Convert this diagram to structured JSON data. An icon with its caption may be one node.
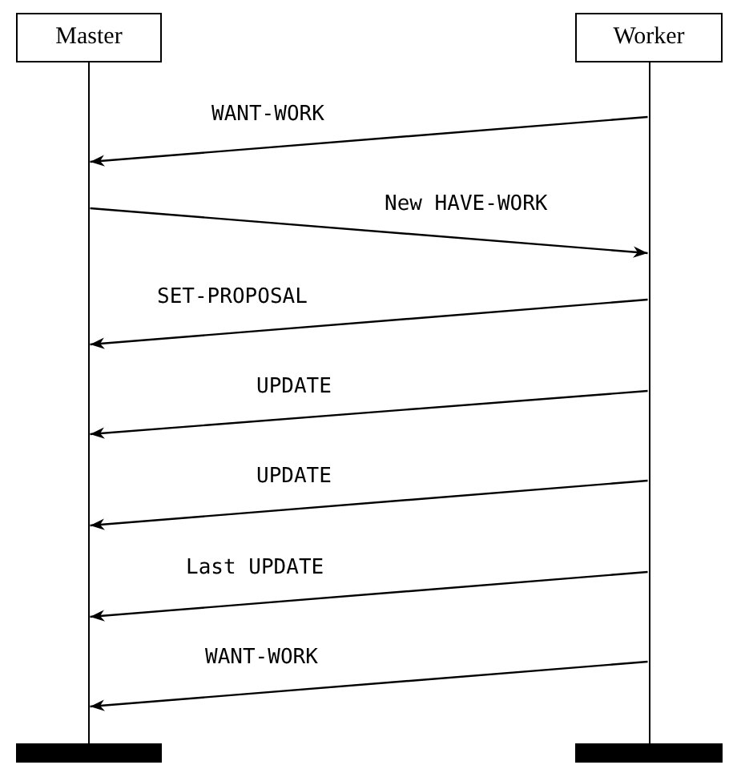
{
  "diagram": {
    "nodes": [
      {
        "text": [
          "Master"
        ]
      },
      {
        "text": [
          "Worker"
        ]
      },
      {
        "text": [],
        "shape": "line"
      },
      {
        "text": [],
        "shape": "line"
      },
      {
        "text": [],
        "shape": "bar"
      },
      {
        "text": [],
        "shape": "bar"
      }
    ],
    "edges": [
      {
        "from": 3,
        "to": 2,
        "arrow": "to",
        "label": "WANT-WORK"
      },
      {
        "from": 2,
        "to": 3,
        "arrow": "to",
        "label": "New HAVE-WORK"
      },
      {
        "from": 3,
        "to": 2,
        "arrow": "to",
        "label": "SET-PROPOSAL"
      },
      {
        "from": 3,
        "to": 2,
        "arrow": "to",
        "label": "UPDATE"
      },
      {
        "from": 3,
        "to": 2,
        "arrow": "to",
        "label": "UPDATE"
      },
      {
        "from": 3,
        "to": 2,
        "arrow": "to",
        "label": "Last UPDATE"
      },
      {
        "from": 3,
        "to": 2,
        "arrow": "to",
        "label": "WANT-WORK"
      }
    ]
  }
}
